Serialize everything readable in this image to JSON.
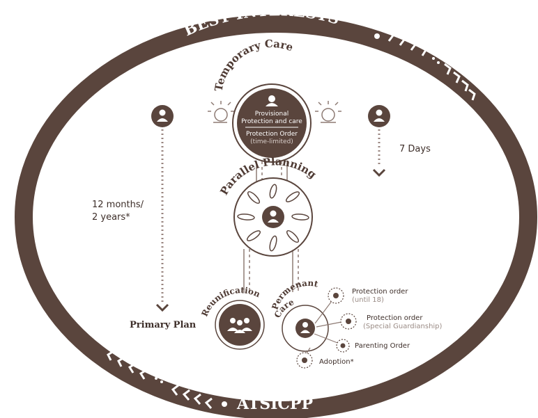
{
  "ring": {
    "top_label": "BEST INTERESTS",
    "bottom_label": "ATSICPP",
    "color": "#5a453d"
  },
  "temporary_care": {
    "title": "Temporary Care",
    "line1": "Provisional",
    "line2": "Protection and care",
    "line3": "Protection Order",
    "line4": "(time-limited)"
  },
  "parallel_planning": {
    "title": "Parallel Planning"
  },
  "left_timeline": {
    "duration_line1": "12 months/",
    "duration_line2": "2 years*",
    "end_label": "Primary Plan"
  },
  "right_timeline": {
    "duration": "7 Days"
  },
  "reunification": {
    "title": "Reunification"
  },
  "permanent_care": {
    "title_line1": "Permenant",
    "title_line2": "Care",
    "options": [
      {
        "label": "Protection order",
        "sub": "(until 18)"
      },
      {
        "label": "Protection order",
        "sub": "(Special Guardianship)"
      },
      {
        "label": "Parenting Order",
        "sub": ""
      },
      {
        "label": "Adoption*",
        "sub": ""
      }
    ]
  },
  "icons": [
    "person-icon",
    "group-icon",
    "sun-icon",
    "chevron-icon"
  ]
}
